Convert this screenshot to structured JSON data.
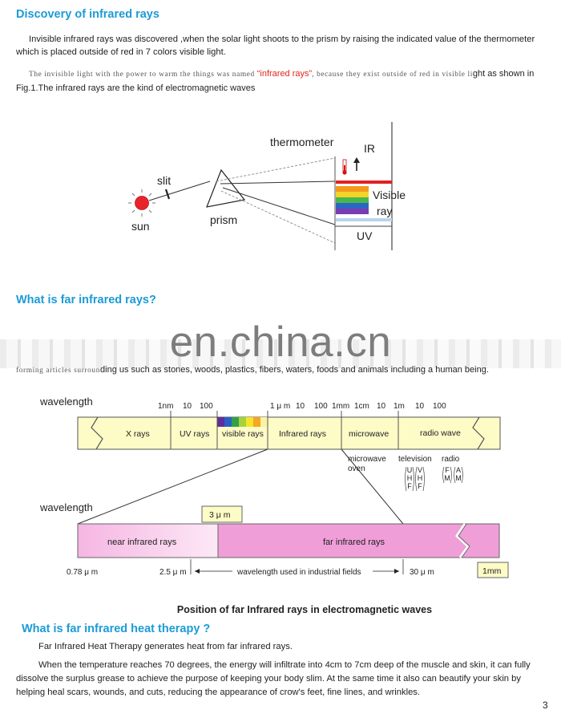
{
  "section1": {
    "heading": "Discovery of infrared rays",
    "para1": "Invisible infrared rays was discovered ,when the solar light shoots to the prism by raising the indicated value of the thermometer which is placed outside of red in 7 colors visible light.",
    "para2_a": "The invisible light with the power to warm the things was named ",
    "para2_red": "“infrared rays”",
    "para2_b": ", because they exist outside of red in visible li",
    "para2_c": "ght as  shown in Fig.1.The infrared rays are the kind of electromagnetic waves"
  },
  "fig1": {
    "thermometer": "thermometer",
    "ir": "IR",
    "slit": "slit",
    "sun": "sun",
    "prism": "prism",
    "visible": "Visible",
    "ray": "ray",
    "uv": "UV",
    "band_colors": [
      "#e02020",
      "#f39a1c",
      "#f2d42a",
      "#49b84a",
      "#2b66c4",
      "#7a3cb0"
    ]
  },
  "section2": {
    "heading": "What is far infrared rays?",
    "watermark": "en.china.cn",
    "para_a": "forming articles surroun",
    "para_b": "ding us  such as stones, woods, plastics, fibers, waters, foods and animals including a human being."
  },
  "spectrum": {
    "wavelength_label": "wavelength",
    "top_ticks": [
      "1nm",
      "10",
      "100",
      "1 μ m",
      "10",
      "100",
      "1mm",
      "1cm",
      "10",
      "1m",
      "10",
      "100"
    ],
    "bands": [
      "X rays",
      "UV rays",
      "visible rays",
      "Infrared rays",
      "microwave",
      "radio wave"
    ],
    "uses": {
      "microwave_oven_1": "microwave",
      "microwave_oven_2": "oven",
      "television": "television",
      "tv_bands": [
        "UHF",
        "VHF"
      ],
      "radio": "radio",
      "radio_bands": [
        "FM",
        "AM"
      ]
    },
    "wavelength_label2": "wavelength",
    "box_3um": "3 μ m",
    "near_ir": "near infrared rays",
    "far_ir": "far infrared rays",
    "bottom_ticks": {
      "a": "0.78 μ m",
      "b": "2.5 μ m",
      "c": "wavelength used in industrial fields",
      "d": "30 μ m",
      "e": "1mm"
    },
    "caption": "Position of far Infrared rays in electromagnetic waves"
  },
  "section3": {
    "heading": "What is far infrared heat therapy ?",
    "para1": "Far Infrared Heat Therapy generates heat from far infrared rays.",
    "para2": "When the temperature reaches 70 degrees, the energy will infiltrate into 4cm to 7cm deep of the muscle and skin, it can fully dissolve the surplus grease to achieve the purpose of keeping your body slim. At the same time it also can beautify your skin by helping heal scars, wounds, and cuts, reducing the appearance of crow's feet, fine lines, and wrinkles."
  },
  "page_number": "3"
}
